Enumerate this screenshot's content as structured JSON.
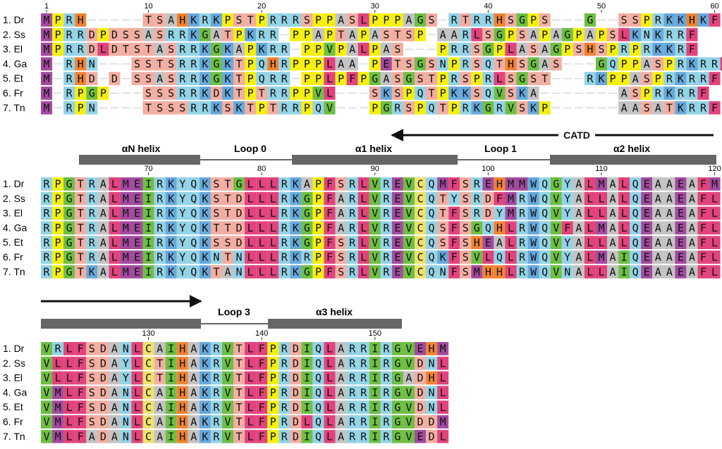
{
  "species": [
    "1. Dr",
    "2. Ss",
    "3. El",
    "4. Ga",
    "5. Et",
    "6. Fr",
    "7. Tn"
  ],
  "colors": {
    "default": "#ffffff",
    "purple": "#a34b9f",
    "cyan": "#93d3e6",
    "orange": "#ef8432",
    "yellow": "#f5ef0f",
    "salmon": "#f2aea2",
    "grey": "#c3c3c3",
    "green": "#6ebf44",
    "blue": "#67a9dc",
    "magenta": "#e2437d",
    "lemon": "#ede26f",
    "gap": "#d8d8d8"
  },
  "blocks": [
    {
      "id": "block1",
      "tick_labels": [
        "1",
        "10",
        "20",
        "30",
        "40",
        "50",
        "60"
      ],
      "rows": [
        "MPRH-----TSAHKRKPSTPRRRSPPASLPPPAGS-RTRRHSGPS---G--SSPRKKHKF",
        "MPRRDPDSSASRRKGATPKRR-PPAPTAPASTSP-AARLSGPSAPAGPAPSLKNKRRF",
        "MPRRDLDTSTASRRKGKAPKRR-PPVPALPAS---PRRSGPLASAGPSHSPRPRKKRF",
        "M-RHN---SSTSRRKGKTPQHRPPPLAA-PETSGSNPRSQTHSGAS---GQPPASPRKRRF",
        "M-RHD-D-SSASRRKGKTPQRR-PPLPFPGASGSTPRSPRLSGST---RKPPASPRKRRF",
        "M-RPGP---SSSRRKDKTPTRRPPVL---SKSPQTPKKSQVSKA-------ASPRKRRF",
        "M-RPN----TSSSRRKSKTPTRRPQV---PGRSPQTPRKGRVSKP------AASATKRRF"
      ],
      "annotations": [
        "CATD",
        "αN helix",
        "Loop 0",
        "α1 helix",
        "Loop 1",
        "α2 helix"
      ]
    },
    {
      "id": "block2",
      "tick_labels": [
        "70",
        "80",
        "90",
        "100",
        "110",
        "120"
      ],
      "rows": [
        "RPGTRALMEIRKYQKSTGLLLRKAPFSRLVREVCQMFSREHMMWQGYALMALQEAAEAFM",
        "RPGTRALMEIRKYQKSTDLLLRKGPFARLVREVCQTYSRDFMRWQVYALLALQEAAEAFL",
        "RPGTRALMEIRKYQKSTDLLLRKGPFARLVREVCQTFSRDYMRWQVYALLALQEAAEAFL",
        "RPGTRALMEIRKYQKTTDLLLRKGPFARLVREVCQSFSGQHLRWQVFALMALQEAAEAFL",
        "RPGTRALMEIRKYQKSSDLLLRKGPFSRLVREVCQSFSHEALRWQVYALLALQEAAEAFL",
        "RPGTRALMEIRKYQKNTNLLLRKRPFSRLVREVCQKFSVLQLRWQVYALMAIQEAAEAFL",
        "RPGTKALMEIRKYQKTANLLLRKGPFSRLVREVCQNFSMHHLRWQVNALLAIQEAAEAFL"
      ],
      "annotations": []
    },
    {
      "id": "block3",
      "tick_labels": [
        "130",
        "140",
        "150"
      ],
      "rows": [
        "VRLFSDANLCAIHAKRVTLFPRDIQLARRIRGVEHM",
        "VLLFSDAYLCTIHAKRVTLFPRDIQLARRIRGVDNL",
        "VLLFSDAYLCTIHAKRVTLFPRDIQLARRIRGADHL",
        "VMLFSDANLCAIHAKRVTLFPRDIQLARRIRGVDNL",
        "VMLFSDANLCAIHAKRVTLFPRDIQLARRIRGVDNL",
        "VMLFSDANLCAIHAKRVTLFPRDLQLARRIRGVDDM",
        "VMLFADANLCAIHAKRVTLFPRDIQLARRIRGVEDL"
      ],
      "annotations": [
        "Loop 3",
        "α3 helix"
      ]
    }
  ]
}
